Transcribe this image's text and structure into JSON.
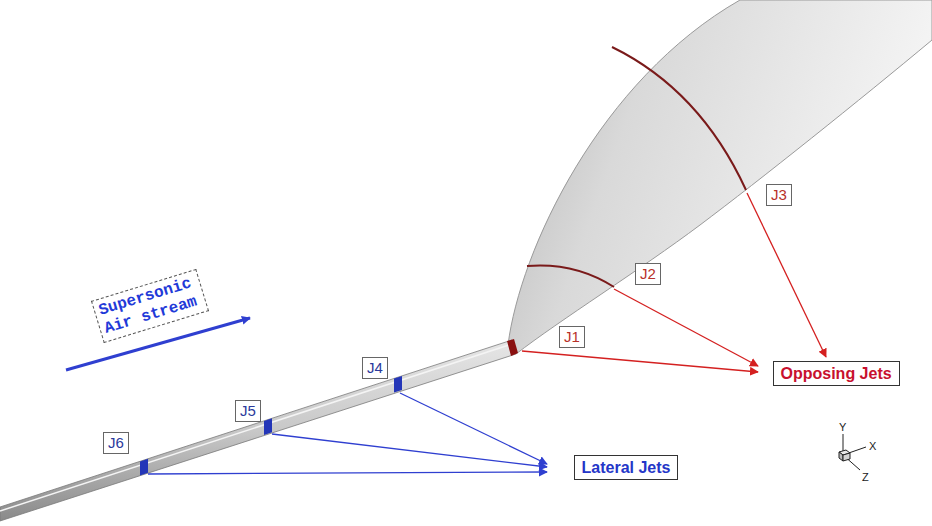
{
  "diagram": {
    "nodes": [
      {
        "text": [
          "J3"
        ]
      },
      {
        "text": [
          "J2"
        ]
      },
      {
        "text": [
          "Supersonic Air stream"
        ]
      },
      {
        "text": [
          "J1"
        ]
      },
      {
        "text": [
          "J4"
        ]
      },
      {
        "text": [
          "Opposing Jets"
        ]
      },
      {
        "text": [
          "J5"
        ]
      },
      {
        "text": [
          "J6"
        ]
      },
      {
        "text": [
          "Lateral Jets"
        ]
      }
    ],
    "labels": [
      "Y",
      "X",
      "Z"
    ]
  }
}
